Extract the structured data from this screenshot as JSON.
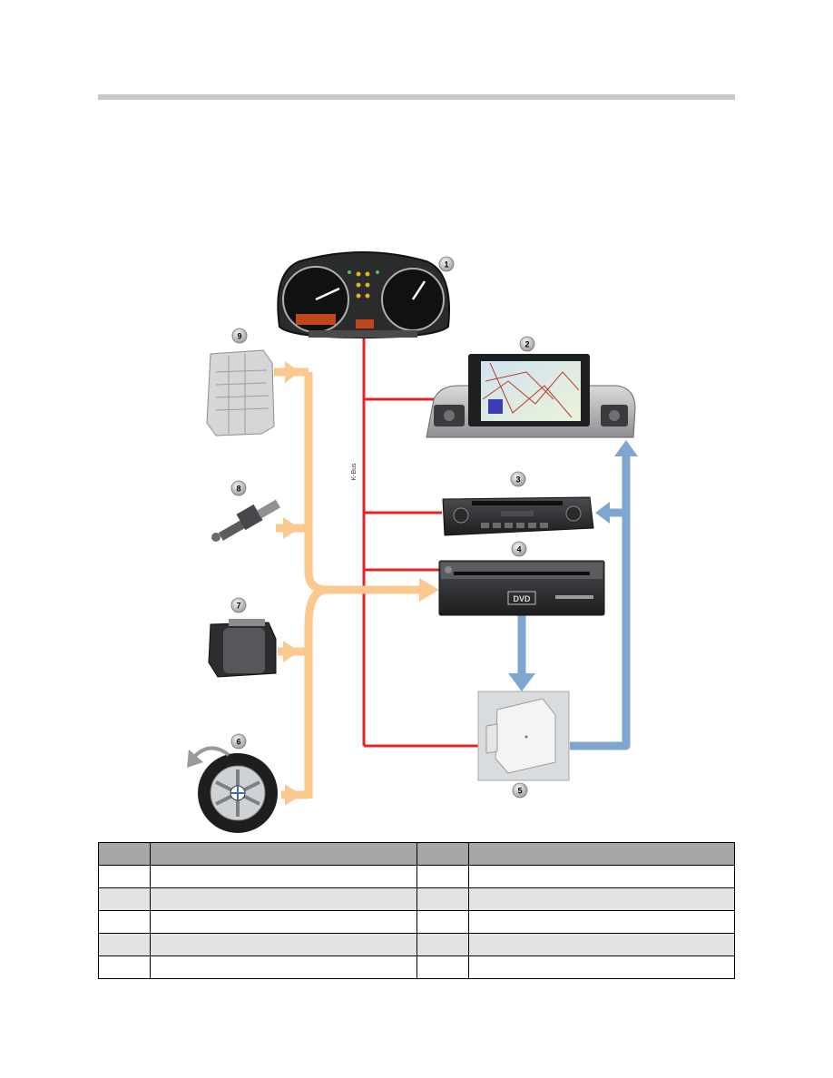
{
  "diagram": {
    "bus_label": "K-Bus",
    "callouts": [
      "1",
      "2",
      "3",
      "4",
      "5",
      "6",
      "7",
      "8",
      "9"
    ],
    "colors": {
      "kbus": "#e32421",
      "input_arrow": "#fbc88e",
      "output_arrow": "#7fa6cf"
    },
    "components": [
      {
        "number": "1",
        "icon": "instrument-cluster-icon"
      },
      {
        "number": "2",
        "icon": "navigation-display-icon"
      },
      {
        "number": "3",
        "icon": "radio-head-unit-icon"
      },
      {
        "number": "4",
        "icon": "dvd-navigation-computer-icon"
      },
      {
        "number": "5",
        "icon": "control-module-icon"
      },
      {
        "number": "6",
        "icon": "wheel-speed-icon"
      },
      {
        "number": "7",
        "icon": "gps-antenna-icon"
      },
      {
        "number": "8",
        "icon": "reverse-sensor-icon"
      },
      {
        "number": "9",
        "icon": "junction-box-module-icon"
      }
    ]
  },
  "legend_table": {
    "rows": 5
  }
}
